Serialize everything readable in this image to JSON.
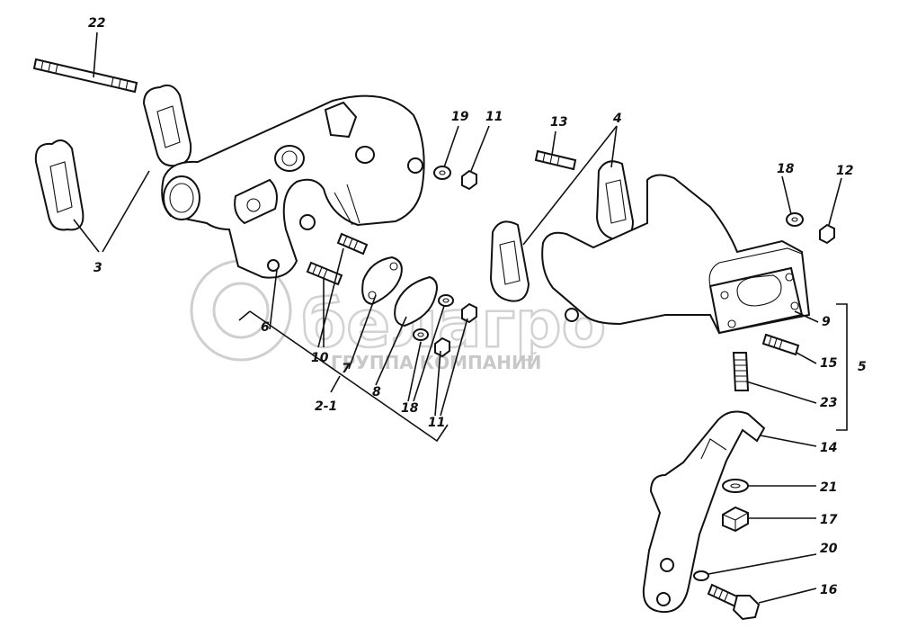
{
  "watermark": {
    "logo_text": "белагро",
    "subtitle": "ГРУППА КОМПАНИЙ"
  },
  "callouts": {
    "l22": "22",
    "l3": "3",
    "l6": "6",
    "l10": "10",
    "l7": "7",
    "l8": "8",
    "l2_1": "2-1",
    "l18a": "18",
    "l11a": "11",
    "l19": "19",
    "l11b": "11",
    "l13": "13",
    "l4": "4",
    "l18b": "18",
    "l12": "12",
    "l9": "9",
    "l15": "15",
    "l5": "5",
    "l23": "23",
    "l14": "14",
    "l21": "21",
    "l17": "17",
    "l20": "20",
    "l16": "16"
  }
}
